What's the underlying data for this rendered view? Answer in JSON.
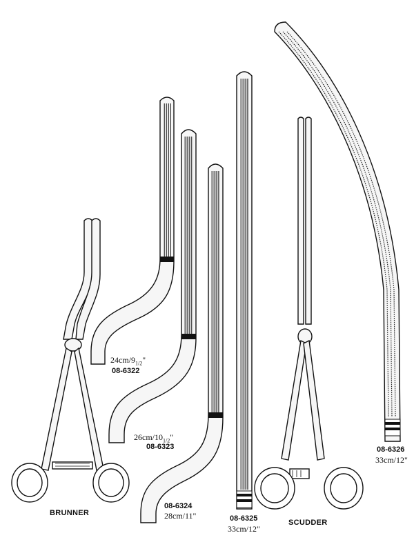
{
  "instruments": [
    {
      "name": "BRUNNER"
    },
    {
      "code": "08-6322",
      "size": "24cm/9",
      "size_frac": "1/2",
      "size_unit": "\""
    },
    {
      "code": "08-6323",
      "size": "26cm/10",
      "size_frac": "1/2",
      "size_unit": "\""
    },
    {
      "code": "08-6324",
      "size": "28cm/11\""
    },
    {
      "code": "08-6325",
      "size": "33cm/12\""
    },
    {
      "name": "SCUDDER"
    },
    {
      "code": "08-6326",
      "size": "33cm/12\""
    }
  ],
  "colors": {
    "ink": "#111111",
    "paper": "#ffffff",
    "steel": "#f4f4f4"
  }
}
